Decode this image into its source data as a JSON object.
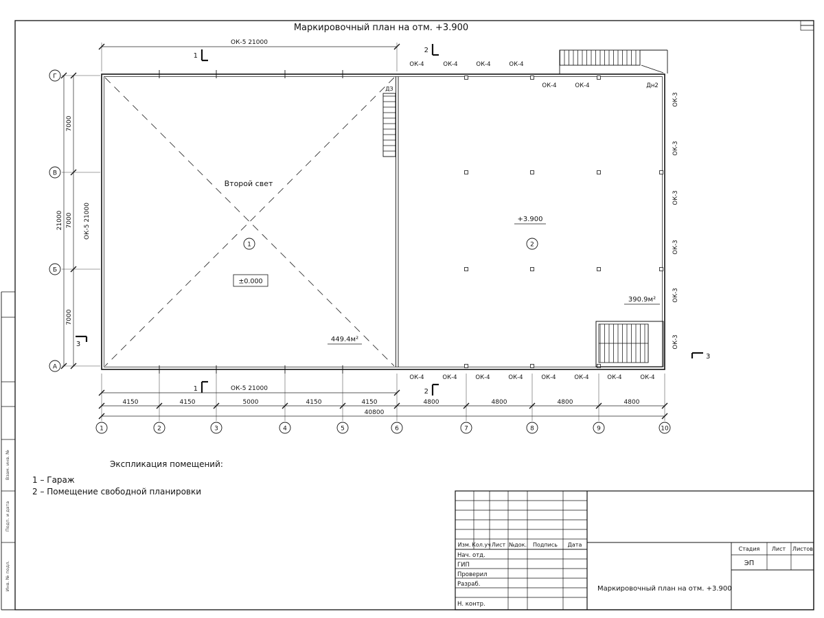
{
  "drawing": {
    "title": "Маркировочный план на отм. +3.900"
  },
  "plan": {
    "room1": {
      "second_light": "Второй свет",
      "num": "1",
      "level": "±0.000",
      "area": "449.4м²"
    },
    "room2": {
      "num": "2",
      "level": "+3.900",
      "area": "390.9м²"
    },
    "labels": {
      "ok4": "ОК-4",
      "ok3": "ОК-3",
      "ok5_21000": "ОК-5 21000",
      "dn2": "Дн2",
      "dz": "ДЗ"
    }
  },
  "dims": {
    "left_segments": [
      "7000",
      "7000",
      "7000"
    ],
    "left_total": "21000",
    "bottom_left": [
      "4150",
      "4150",
      "5000",
      "4150",
      "4150"
    ],
    "bottom_right": [
      "4800",
      "4800",
      "4800",
      "4800"
    ],
    "bottom_total": "40800"
  },
  "axes": {
    "cols": [
      "1",
      "2",
      "3",
      "4",
      "5",
      "6",
      "7",
      "8",
      "9",
      "10"
    ],
    "rows": [
      "Г",
      "В",
      "Б",
      "А"
    ]
  },
  "sections": {
    "s1": "1",
    "s2": "2",
    "s3": "3"
  },
  "legend": {
    "title": "Экспликация помещений:",
    "item1": "1 – Гараж",
    "item2": "2 – Помещение свободной планировки"
  },
  "titleblock": {
    "cols": [
      "Изм.",
      "Кол.уч",
      "Лист",
      "№док.",
      "Подпись",
      "Дата"
    ],
    "rows": [
      "Нач. отд.",
      "ГИП",
      "Проверил",
      "Разраб.",
      "Н. контр."
    ],
    "stage_label": "Стадия",
    "sheet_label": "Лист",
    "sheets_label": "Листов",
    "stage": "ЭП",
    "doc_title": "Маркировочный план на отм. +3.900"
  },
  "margin": {
    "label1": "Взам. инв. №",
    "label2": "Подп. и дата",
    "label3": "Инв. № подл."
  }
}
